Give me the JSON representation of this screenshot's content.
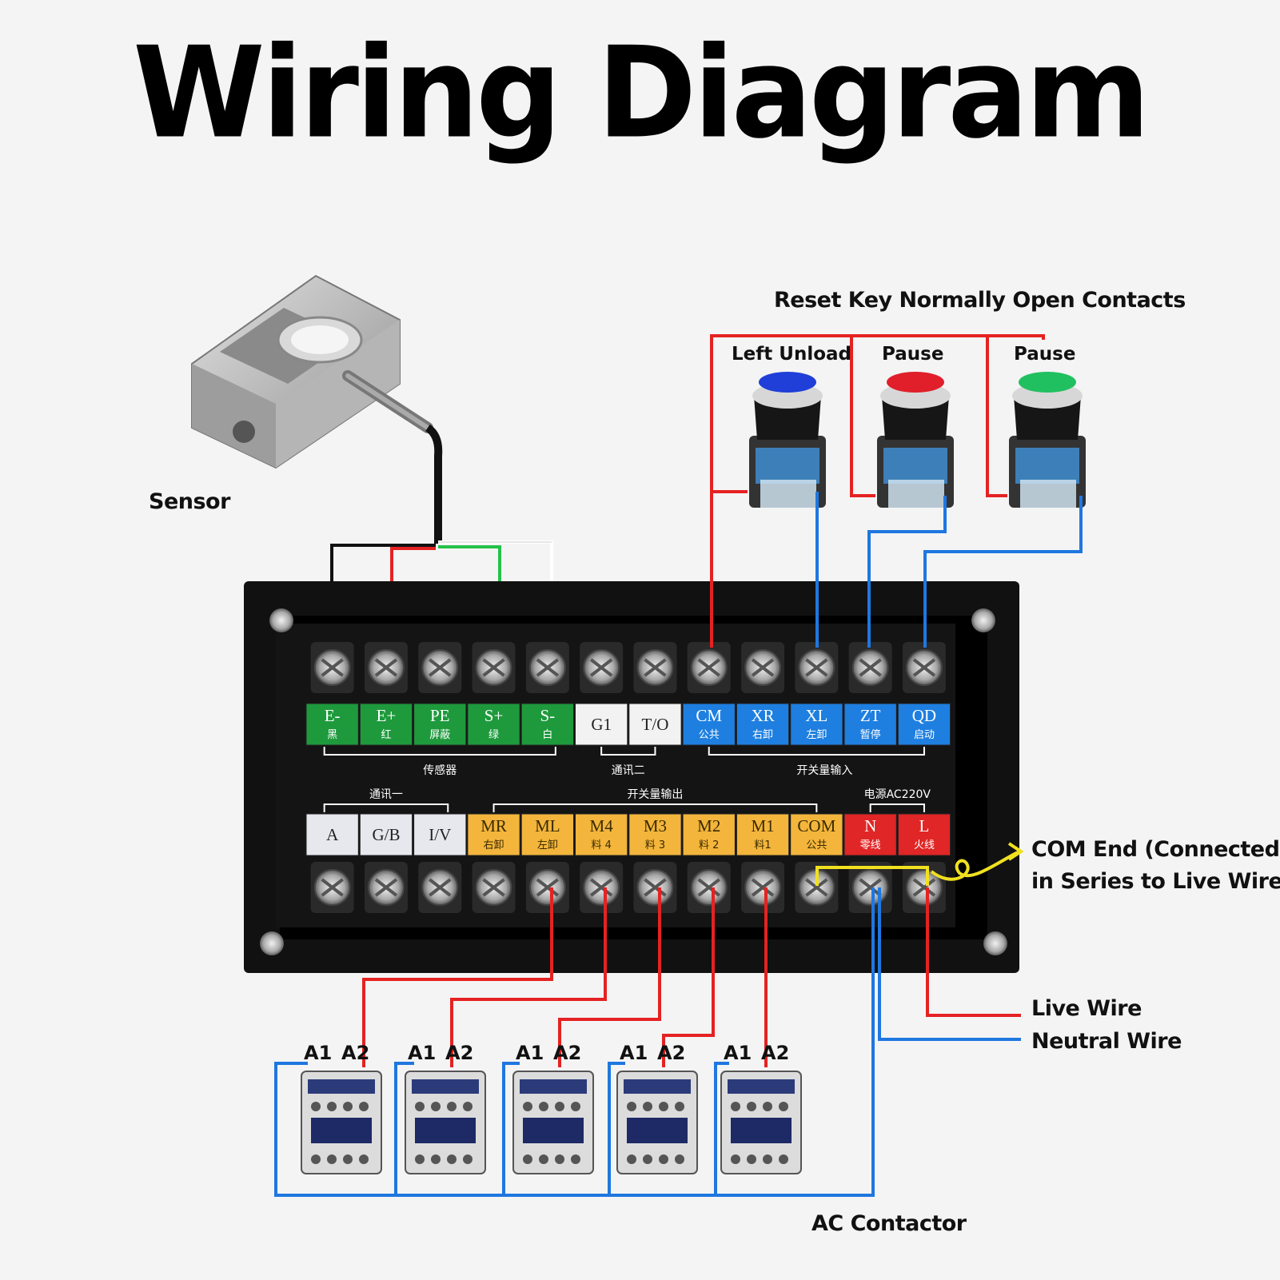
{
  "title": "Wiring Diagram",
  "labels": {
    "sensor": "Sensor",
    "reset_key": "Reset Key  Normally Open Contacts",
    "btn_left_unload": "Left Unload",
    "btn_pause_red": "Pause",
    "btn_pause_green": "Pause",
    "com_end_line1": "COM End (Connected",
    "com_end_line2": "in Series to Live Wire)",
    "live_wire": "Live Wire",
    "neutral_wire": "Neutral Wire",
    "ac_contactor": "AC Contactor"
  },
  "top_terminals": [
    {
      "code": "E-",
      "zh": "黑",
      "color": "#1e9a3c"
    },
    {
      "code": "E+",
      "zh": "红",
      "color": "#1e9a3c"
    },
    {
      "code": "PE",
      "zh": "屏蔽",
      "color": "#1e9a3c"
    },
    {
      "code": "S+",
      "zh": "绿",
      "color": "#1e9a3c"
    },
    {
      "code": "S-",
      "zh": "白",
      "color": "#1e9a3c"
    },
    {
      "code": "G1",
      "zh": "",
      "color": "#f2f2f2"
    },
    {
      "code": "T/O",
      "zh": "",
      "color": "#f2f2f2"
    },
    {
      "code": "CM",
      "zh": "公共",
      "color": "#1e7fe0"
    },
    {
      "code": "XR",
      "zh": "右卸",
      "color": "#1e7fe0"
    },
    {
      "code": "XL",
      "zh": "左卸",
      "color": "#1e7fe0"
    },
    {
      "code": "ZT",
      "zh": "暂停",
      "color": "#1e7fe0"
    },
    {
      "code": "QD",
      "zh": "启动",
      "color": "#1e7fe0"
    }
  ],
  "bottom_terminals": [
    {
      "code": "A",
      "zh": "",
      "color": "#e6e8ee"
    },
    {
      "code": "G/B",
      "zh": "",
      "color": "#e6e8ee"
    },
    {
      "code": "I/V",
      "zh": "",
      "color": "#e6e8ee"
    },
    {
      "code": "MR",
      "zh": "右卸",
      "color": "#f3b53c"
    },
    {
      "code": "ML",
      "zh": "左卸",
      "color": "#f3b53c"
    },
    {
      "code": "M4",
      "zh": "料 4",
      "color": "#f3b53c"
    },
    {
      "code": "M3",
      "zh": "料 3",
      "color": "#f3b53c"
    },
    {
      "code": "M2",
      "zh": "料 2",
      "color": "#f3b53c"
    },
    {
      "code": "M1",
      "zh": "料1",
      "color": "#f3b53c"
    },
    {
      "code": "COM",
      "zh": "公共",
      "color": "#f3b53c"
    },
    {
      "code": "N",
      "zh": "零线",
      "color": "#e02626"
    },
    {
      "code": "L",
      "zh": "火线",
      "color": "#e02626"
    }
  ],
  "groups_top": {
    "sensor": "传感器",
    "comm2": "通讯二",
    "switch_in": "开关量输入"
  },
  "groups_bottom": {
    "comm1": "通讯一",
    "switch_out": "开关量输出",
    "power": "电源AC220V"
  },
  "contactor_pins": {
    "a1": "A1",
    "a2": "A2"
  },
  "contactor_count": 5,
  "wire_colors": {
    "live": "#e52222",
    "neutral": "#1f77e0",
    "com_link": "#f0e020"
  }
}
